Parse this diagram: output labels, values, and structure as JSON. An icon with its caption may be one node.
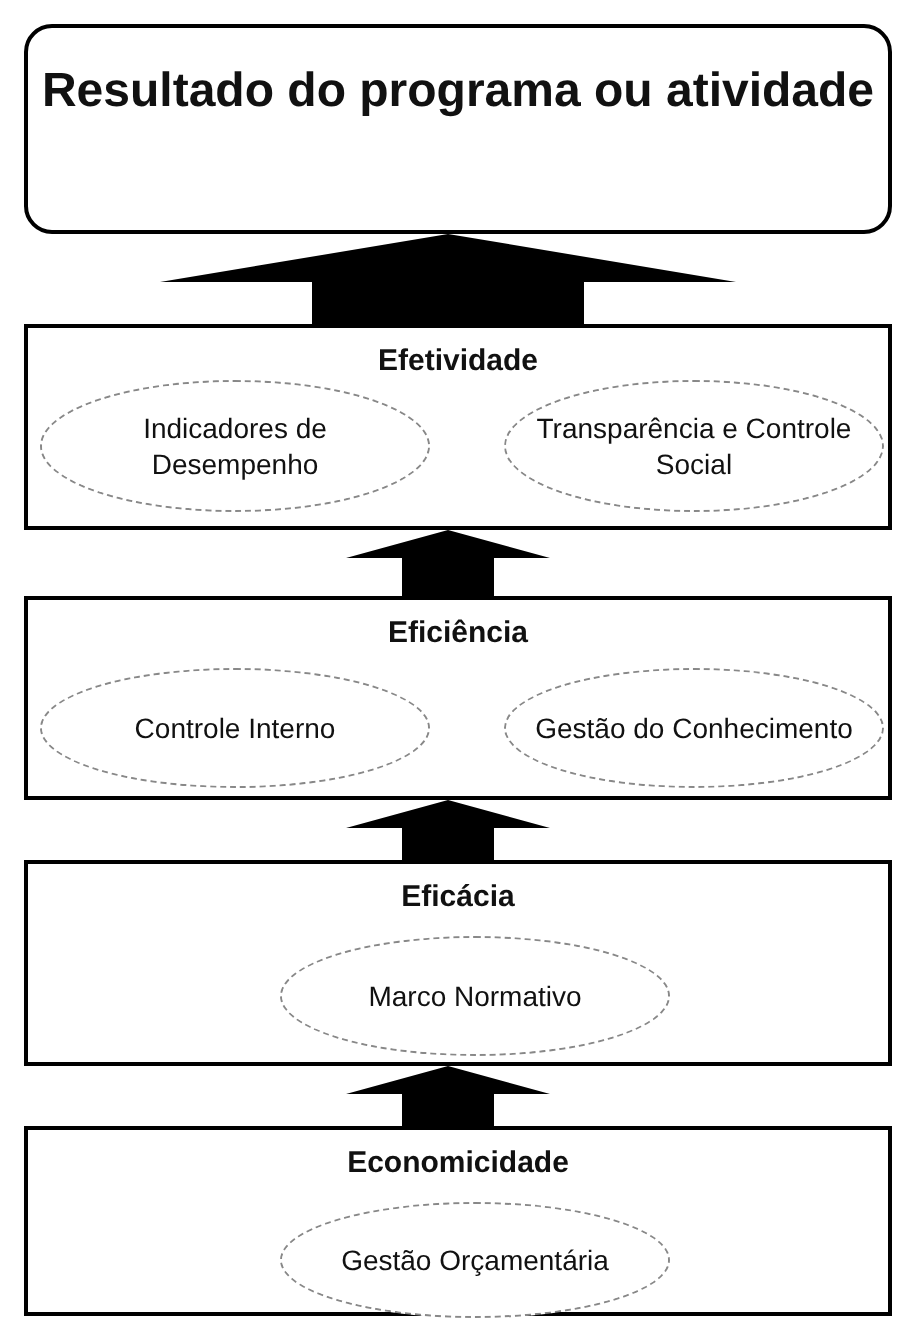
{
  "diagram": {
    "nodes": [
      {
        "text": [
          "Resultado do programa ou atividade"
        ]
      },
      {
        "text": [
          "Efetividade"
        ]
      },
      {
        "text": [
          "Indicadores de Desempenho"
        ],
        "in": 1
      },
      {
        "text": [
          "Transparência e Controle Social"
        ],
        "in": 1
      },
      {
        "text": [
          "Eficiência"
        ]
      },
      {
        "text": [
          "Controle Interno"
        ],
        "in": 4
      },
      {
        "text": [
          "Gestão do Conhecimento"
        ],
        "in": 4
      },
      {
        "text": [
          "Eficácia"
        ]
      },
      {
        "text": [
          "Marco Normativo"
        ],
        "in": 7
      },
      {
        "text": [
          "Economicidade"
        ]
      },
      {
        "text": [
          "Gestão Orçamentária"
        ],
        "in": 9
      }
    ],
    "edges": [
      {
        "from": 9,
        "to": 7,
        "arrow": "to",
        "style": "thick"
      },
      {
        "from": 7,
        "to": 4,
        "arrow": "to",
        "style": "thick"
      },
      {
        "from": 4,
        "to": 1,
        "arrow": "to",
        "style": "thick"
      },
      {
        "from": 1,
        "to": 0,
        "arrow": "to",
        "style": "thick"
      }
    ]
  }
}
